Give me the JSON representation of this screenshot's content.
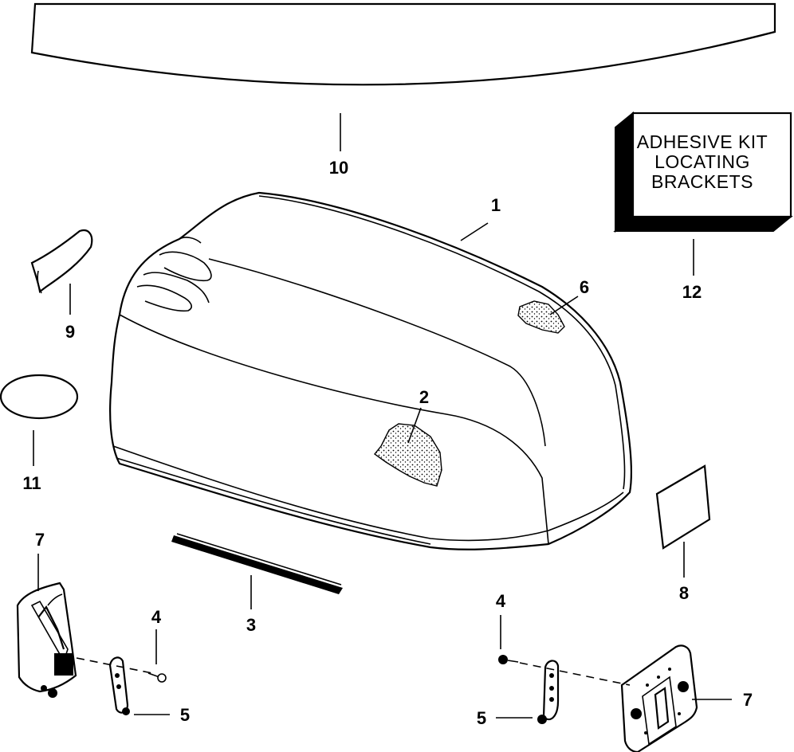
{
  "callouts": {
    "c1": "1",
    "c2": "2",
    "c3": "3",
    "c4a": "4",
    "c4b": "4",
    "c5a": "5",
    "c5b": "5",
    "c6": "6",
    "c7a": "7",
    "c7b": "7",
    "c8": "8",
    "c9": "9",
    "c10": "10",
    "c11": "11",
    "c12": "12"
  },
  "adhesive_box": {
    "line1": "ADHESIVE KIT",
    "line2": "LOCATING",
    "line3": "BRACKETS"
  }
}
